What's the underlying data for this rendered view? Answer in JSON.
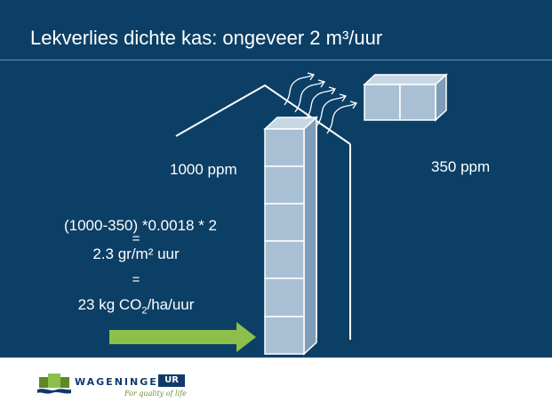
{
  "slide": {
    "title": "Lekverlies dichte kas:  ongeveer 2 m³/uur"
  },
  "labels": {
    "inside_ppm": "1000 ppm",
    "outside_ppm": "350 ppm",
    "formula": "(1000-350) *0.0018 * 2",
    "eq1": "=",
    "result1": "2.3 gr/m² uur",
    "eq2": "=",
    "result2_prefix": "23 kg CO",
    "result2_sub": "2",
    "result2_suffix": "/ha/uur"
  },
  "footer": {
    "logo_text": "WAGENINGEN",
    "logo_badge": "UR",
    "tagline": "For quality of life"
  },
  "colors": {
    "background": "#0c3f66",
    "box_fill": "#a9c0d4",
    "arrow": "#8cc04b",
    "line": "#ffffff"
  }
}
